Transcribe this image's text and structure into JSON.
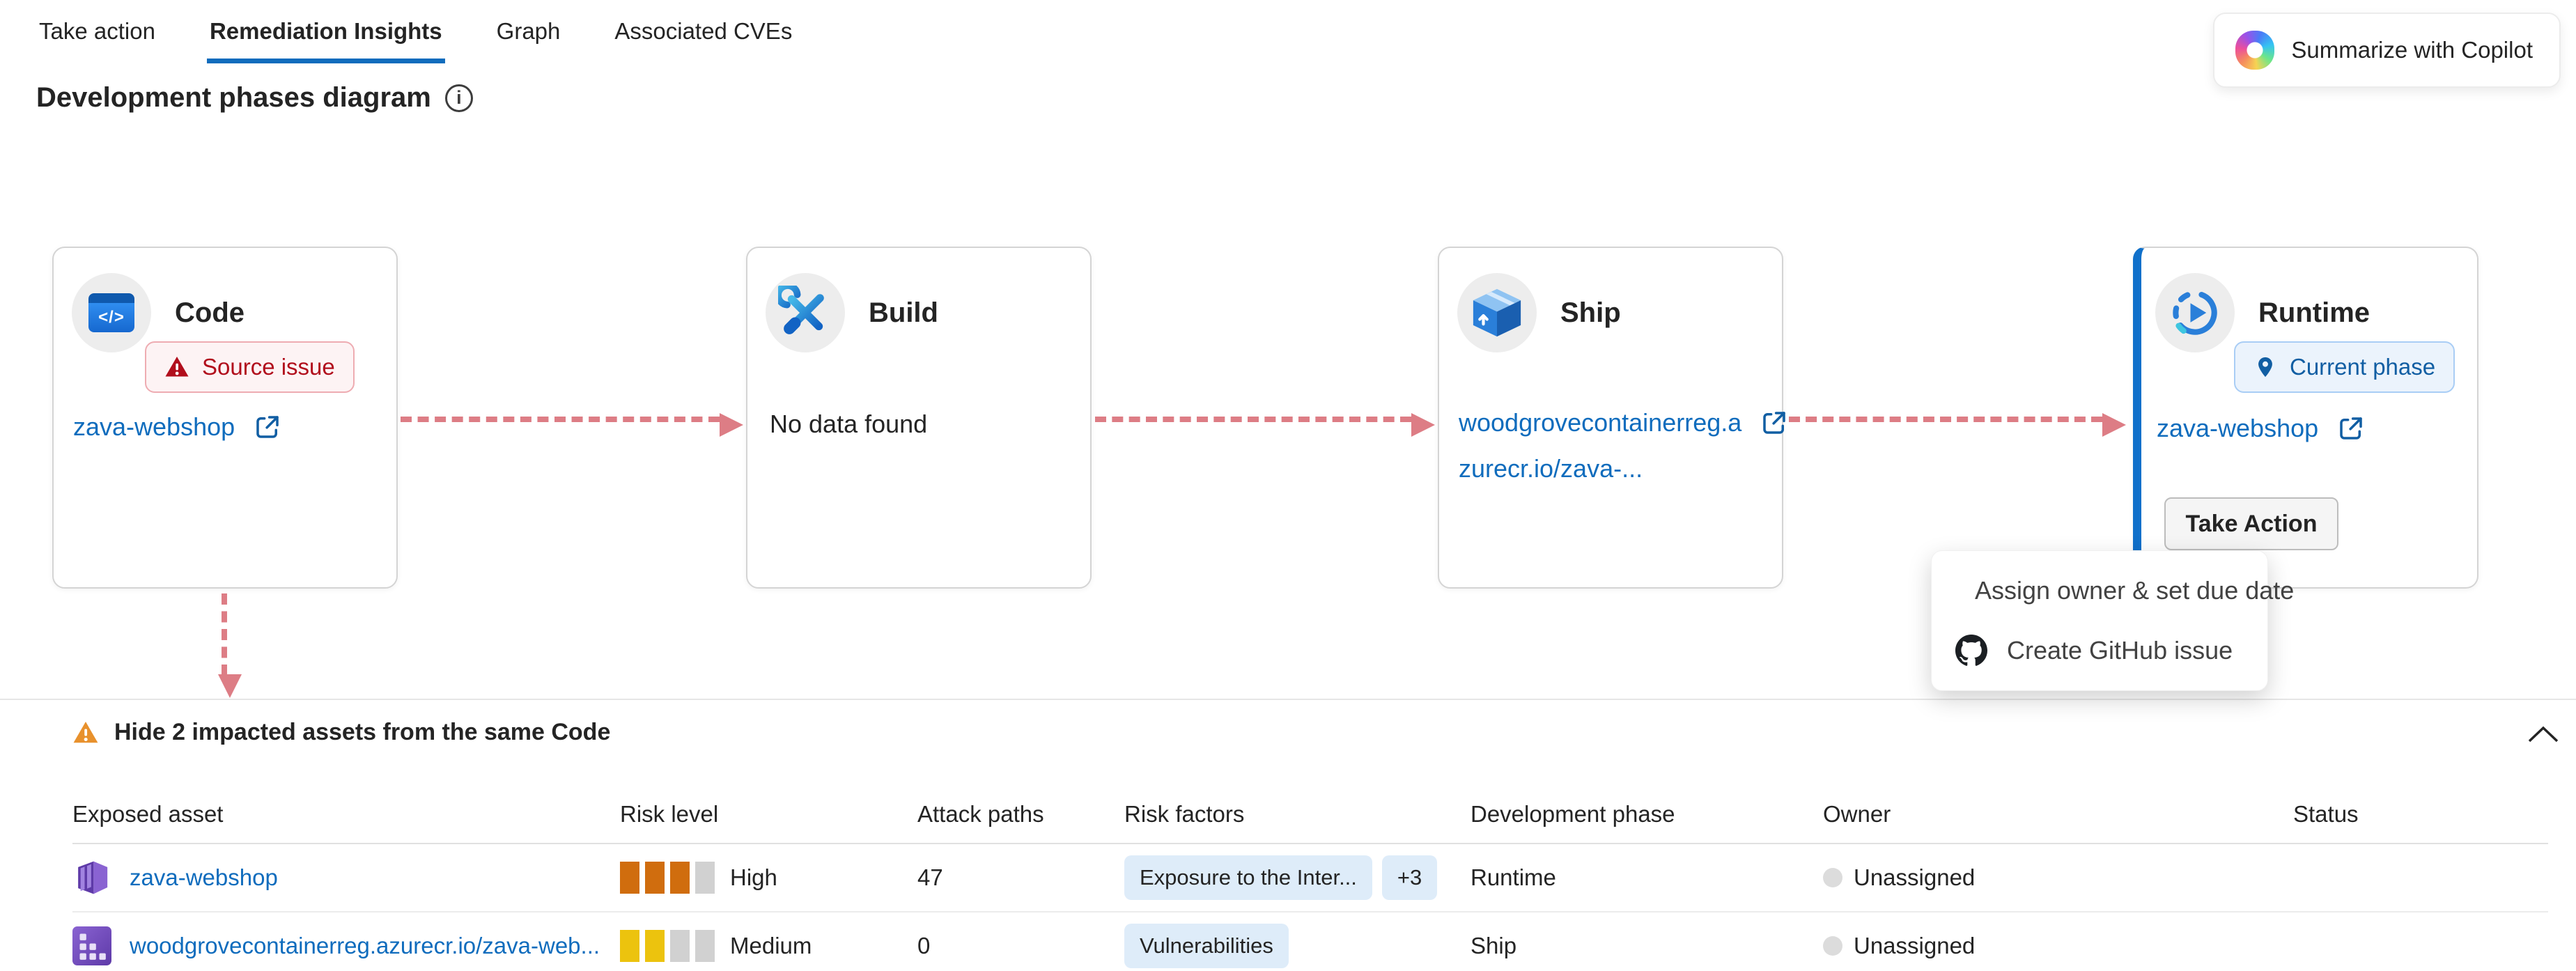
{
  "tabs": [
    {
      "label": "Take action",
      "active": false
    },
    {
      "label": "Remediation Insights",
      "active": true
    },
    {
      "label": "Graph",
      "active": false
    },
    {
      "label": "Associated CVEs",
      "active": false
    }
  ],
  "copilot_button": {
    "label": "Summarize with Copilot",
    "icon": "copilot-icon"
  },
  "page": {
    "title": "Development phases diagram",
    "info_glyph": "i"
  },
  "phases": {
    "code": {
      "title": "Code",
      "badge": "Source issue",
      "link": "zava-webshop",
      "icon_glyph": "</>"
    },
    "build": {
      "title": "Build",
      "empty_text": "No data found"
    },
    "ship": {
      "title": "Ship",
      "link_line1": "woodgrovecontainerreg.a",
      "link_line2": "zurecr.io/zava-..."
    },
    "runtime": {
      "title": "Runtime",
      "badge": "Current phase",
      "link": "zava-webshop",
      "action_button": "Take Action"
    }
  },
  "action_menu": {
    "items": [
      {
        "label": "Assign owner & set due date",
        "icon": "person-add-icon"
      },
      {
        "label": "Create GitHub issue",
        "icon": "github-icon"
      }
    ]
  },
  "impacted_section": {
    "header": "Hide 2 impacted assets from the same Code",
    "icon": "warning-icon"
  },
  "table": {
    "columns": [
      "Exposed asset",
      "Risk level",
      "Attack paths",
      "Risk factors",
      "Development phase",
      "Owner",
      "Status"
    ],
    "rows": [
      {
        "asset": "zava-webshop",
        "asset_icon": "container-icon",
        "risk_level": "High",
        "risk_filled": 3,
        "risk_total": 4,
        "risk_color": "#d06d0e",
        "attack_paths": "47",
        "risk_factor": "Exposure to the Inter...",
        "risk_factor_more": "+3",
        "development_phase": "Runtime",
        "owner": "",
        "status": "Unassigned"
      },
      {
        "asset": "woodgrovecontainerreg.azurecr.io/zava-web...",
        "asset_icon": "container-registry-icon",
        "risk_level": "Medium",
        "risk_filled": 2,
        "risk_total": 4,
        "risk_color": "#ecc30e",
        "attack_paths": "0",
        "risk_factor": "Vulnerabilities",
        "risk_factor_more": "",
        "development_phase": "Ship",
        "owner": "",
        "status": "Unassigned"
      }
    ]
  },
  "colors": {
    "accent_blue": "#0f6cbd",
    "link_blue": "#115ea3",
    "arrow_salmon": "#dd7d85",
    "error_red": "#b10e1c",
    "warning_orange": "#e8912d",
    "risk_high_orange": "#d06d0e",
    "risk_medium_yellow": "#ecc30e",
    "badge_blue_bg": "#deecf9",
    "current_badge_bg": "#ebf3fc",
    "source_badge_bg": "#fdf3f4"
  }
}
